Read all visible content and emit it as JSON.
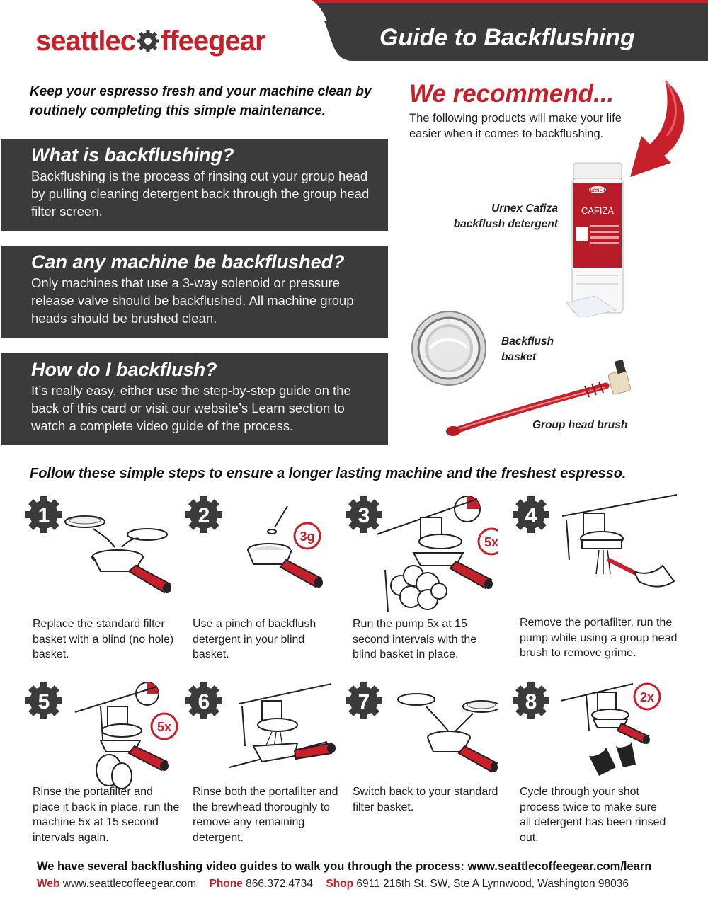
{
  "header": {
    "logo_pre": "seattlec",
    "logo_post": "ffeegear",
    "title": "Guide to Backflushing",
    "colors": {
      "brand_red": "#c8202a",
      "dark_gray": "#3b3b3b"
    }
  },
  "intro": "Keep your espresso fresh and your machine clean by routinely completing this simple maintenance.",
  "sections": [
    {
      "heading": "What is backflushing?",
      "body": "Backflushing is the process of rinsing out your group head by pulling cleaning detergent back through the group head filter screen."
    },
    {
      "heading": "Can any machine be backflushed?",
      "body": "Only machines that use a 3-way solenoid or pressure release valve should be backflushed. All machine group heads should be brushed clean."
    },
    {
      "heading": "How do I backflush?",
      "body": "It’s really easy, either use the step-by-step guide on the back of this card or visit our website’s Learn section to watch a complete video guide of the process."
    }
  ],
  "recommend": {
    "heading": "We recommend...",
    "text": "The following products will make your life easier when it comes to backflushing.",
    "products": [
      {
        "label": "Urnex Cafiza backflush detergent",
        "brand": "URNEX",
        "name": "CAFIZA"
      },
      {
        "label": "Backflush basket"
      },
      {
        "label": "Group head brush"
      }
    ]
  },
  "steps_heading": "Follow these simple steps to ensure a longer lasting machine and the freshest espresso.",
  "steps": [
    {
      "num": "1",
      "desc": "Replace the standard filter basket with a blind (no hole) basket."
    },
    {
      "num": "2",
      "desc": "Use a pinch of backflush detergent in your blind basket.",
      "badge": "3g"
    },
    {
      "num": "3",
      "desc": "Run the pump 5x at 15 second intervals with the blind basket in place.",
      "badge": "5x"
    },
    {
      "num": "4",
      "desc": "Remove the portafilter, run the pump while using a group head brush to remove grime."
    },
    {
      "num": "5",
      "desc": "Rinse the portafilter and place it back in place, run the machine 5x at 15 second intervals again.",
      "badge": "5x"
    },
    {
      "num": "6",
      "desc": "Rinse both the portafilter and the brewhead thoroughly to remove any remaining detergent."
    },
    {
      "num": "7",
      "desc": "Switch back to your standard filter basket."
    },
    {
      "num": "8",
      "desc": "Cycle through your shot process twice to make sure all detergent has been rinsed out.",
      "badge": "2x"
    }
  ],
  "footer": {
    "line1": "We have several backflushing video guides to walk you through the process:  www.seattlecoffeegear.com/learn",
    "web_label": "Web",
    "web": "www.seattlecoffeegear.com",
    "phone_label": "Phone",
    "phone": "866.372.4734",
    "shop_label": "Shop",
    "shop": "6911 216th St. SW, Ste A Lynnwood, Washington 98036"
  }
}
